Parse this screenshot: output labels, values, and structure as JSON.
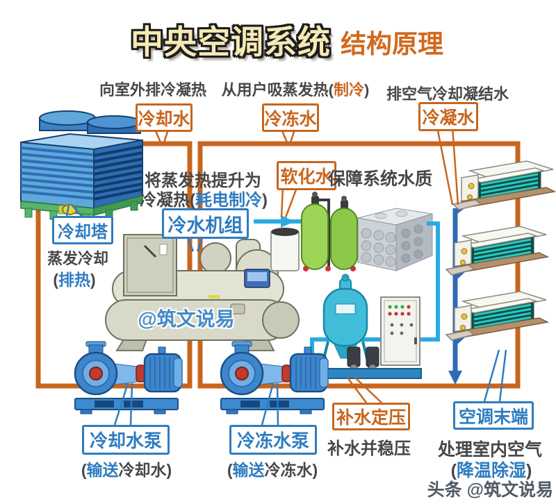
{
  "title": {
    "main": "中央空调系统",
    "sub": "结构原理"
  },
  "top_annotations": {
    "reject_heat": "向室外排冷凝热",
    "absorb_heat_prefix": "从用户吸蒸发热(",
    "absorb_heat_highlight": "制冷",
    "absorb_heat_suffix": ")",
    "condensate_note": "排空气冷却凝结水"
  },
  "pipe_labels": {
    "cooling_water": "冷却水",
    "chilled_water": "冷冻水",
    "condensate_water": "冷凝水",
    "softened_water": "软化水"
  },
  "equipment_labels": {
    "chiller": "冷水机组",
    "cooling_tower": "冷却塔",
    "cooling_pump": "冷却水泵",
    "chilled_pump": "冷冻水泵",
    "makeup_unit": "补水定压",
    "ac_terminal": "空调末端"
  },
  "notes": {
    "water_quality": "保障系统水质",
    "chiller_line1": "将蒸发热提升为",
    "chiller_line2_prefix": "冷凝热(",
    "chiller_line2_highlight": "耗电制冷",
    "chiller_line2_suffix": ")",
    "tower_line1": "蒸发冷却",
    "tower_line2_prefix": "(",
    "tower_line2_highlight": "排热",
    "tower_line2_suffix": ")",
    "cooling_pump_prefix": "(",
    "cooling_pump_highlight": "输送",
    "cooling_pump_suffix": "冷却水)",
    "chilled_pump_prefix": "(",
    "chilled_pump_highlight": "输送",
    "chilled_pump_suffix": "冷冻水)",
    "makeup_note": "补水并稳压",
    "terminal_line1": "处理室内空气",
    "terminal_line2_prefix": "(",
    "terminal_line2_highlight": "降温除湿",
    "terminal_line2_suffix": ")"
  },
  "watermarks": {
    "center": "@筑文说易",
    "corner": "头条 @筑文说易"
  },
  "colors": {
    "orange": "#C8651D",
    "blue": "#2E7CC0",
    "gray": "#474747",
    "cyan": "#29ABE2",
    "pipe_blue": "#2F6CB3",
    "title_fill": "#F6E9B5",
    "title_sub": "#D2691E",
    "watermark_blue": "#3E86C8",
    "watermark_gray": "#4F5A66"
  }
}
